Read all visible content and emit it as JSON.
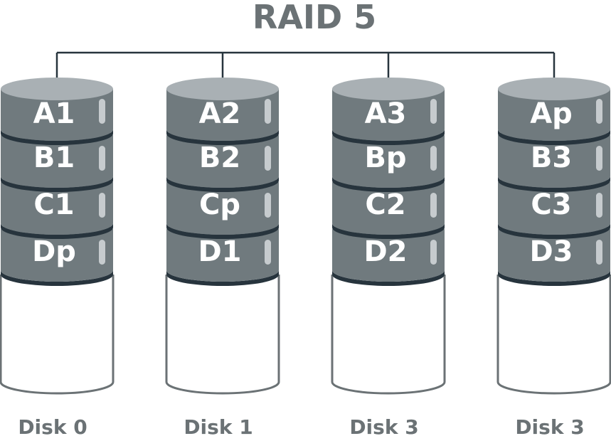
{
  "title": "RAID 5",
  "colors": {
    "block_fill": "#707a7e",
    "block_top": "#a9b0b4",
    "block_ring": "#27343d",
    "highlight": "#c6cbce",
    "disk_outline": "#6b7275",
    "connector": "#27343d",
    "text_gray": "#6b7275"
  },
  "disks": [
    {
      "label": "Disk 0",
      "blocks": [
        "A1",
        "B1",
        "C1",
        "Dp"
      ]
    },
    {
      "label": "Disk 1",
      "blocks": [
        "A2",
        "B2",
        "Cp",
        "D1"
      ]
    },
    {
      "label": "Disk 3",
      "blocks": [
        "A3",
        "Bp",
        "C2",
        "D2"
      ]
    },
    {
      "label": "Disk 3",
      "blocks": [
        "Ap",
        "B3",
        "C3",
        "D3"
      ]
    }
  ]
}
